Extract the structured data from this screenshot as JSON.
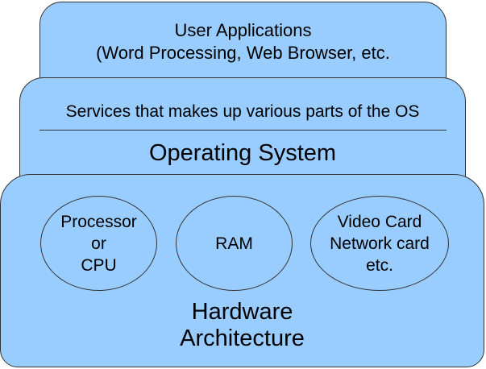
{
  "user_applications": {
    "title": "User Applications",
    "subtitle": "(Word Processing, Web Browser, etc."
  },
  "operating_system": {
    "services": "Services that makes up various parts of the OS",
    "title": "Operating System"
  },
  "hardware": {
    "components": {
      "cpu": [
        "Processor",
        "or",
        "CPU"
      ],
      "ram": [
        "RAM"
      ],
      "devices": [
        "Video Card",
        "Network card",
        "etc."
      ]
    },
    "title_lines": [
      "Hardware",
      "Architecture"
    ]
  },
  "colors": {
    "layer_fill": "#99ccff",
    "outline": "#333333"
  }
}
